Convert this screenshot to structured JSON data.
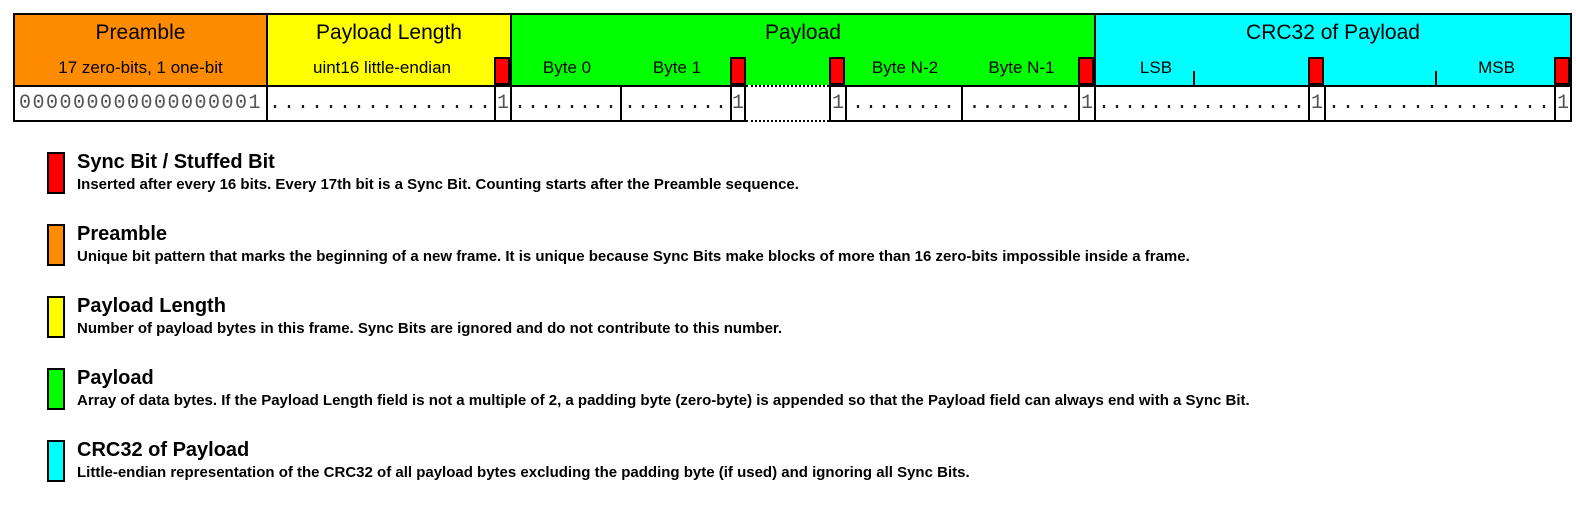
{
  "frame": {
    "colors": {
      "preamble": "#ff8c00",
      "payload_length": "#ffff00",
      "payload": "#00ff00",
      "crc32": "#00ffff",
      "sync_bit": "#ff0000"
    },
    "fields": {
      "preamble": {
        "title": "Preamble",
        "subtitle": "17 zero-bits, 1 one-bit"
      },
      "payload_length": {
        "title": "Payload Length",
        "subtitle": "uint16 little-endian"
      },
      "payload": {
        "title": "Payload",
        "byte_labels": [
          "Byte 0",
          "Byte 1",
          "Byte N-2",
          "Byte N-1"
        ]
      },
      "crc32": {
        "title": "CRC32 of Payload",
        "lsb_label": "LSB",
        "msb_label": "MSB"
      }
    },
    "bit_row": [
      "000000000000000001",
      "................",
      "1",
      "........",
      "........",
      "1",
      "",
      "1",
      "........",
      "........",
      "1",
      "................",
      "1",
      "................",
      "1"
    ]
  },
  "legend": {
    "items": [
      {
        "color": "#ff0000",
        "title": "Sync Bit / Stuffed Bit",
        "desc": "Inserted after every 16 bits. Every 17th bit is a Sync Bit. Counting starts after the Preamble sequence."
      },
      {
        "color": "#ff8c00",
        "title": "Preamble",
        "desc": "Unique bit pattern that marks the beginning of a new frame. It is unique because Sync Bits make blocks of more than 16 zero-bits impossible inside a frame."
      },
      {
        "color": "#ffff00",
        "title": "Payload Length",
        "desc": "Number of payload bytes in this frame. Sync Bits are ignored and do not contribute to this number."
      },
      {
        "color": "#00ff00",
        "title": "Payload",
        "desc": "Array of data bytes. If the Payload Length field is not a multiple of 2, a padding byte (zero-byte) is appended so that the Payload field can always end with a Sync Bit."
      },
      {
        "color": "#00ffff",
        "title": "CRC32 of Payload",
        "desc": "Little-endian representation of the CRC32 of all payload bytes excluding the padding byte (if used) and ignoring all Sync Bits."
      }
    ]
  }
}
